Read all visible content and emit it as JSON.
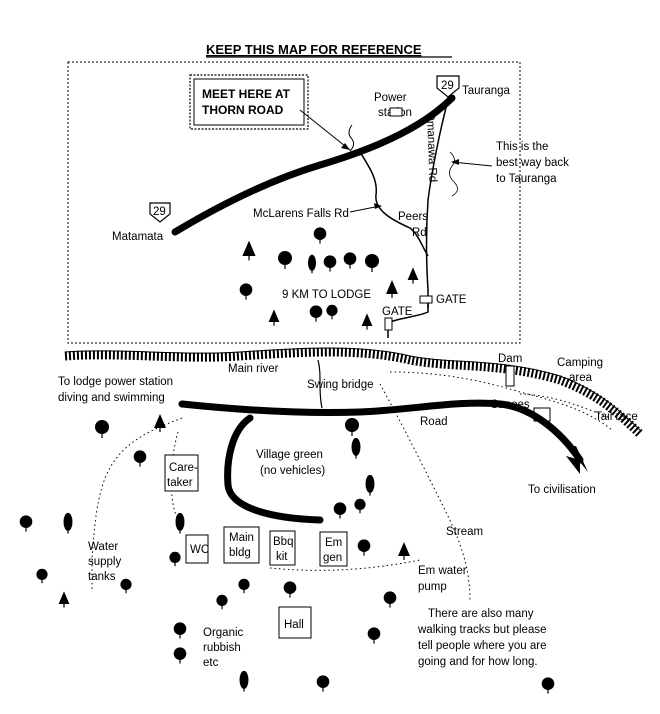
{
  "title": "KEEP THIS MAP FOR REFERENCE",
  "inset": {
    "meet_box": [
      "MEET HERE AT",
      "THORN ROAD"
    ],
    "highway_number": "29",
    "places": {
      "tauranga": "Tauranga",
      "matamata": "Matamata",
      "power_station": [
        "Power",
        "station"
      ],
      "omanawa_rd": "Omanawa Rd",
      "best_way": [
        "This is the",
        "best way back",
        "to Tauranga"
      ],
      "mclarens": "McLarens Falls Rd",
      "peers_rd": [
        "Peers",
        "Rd"
      ],
      "km_to_lodge": "9 KM TO LODGE",
      "gate": "GATE"
    }
  },
  "lodge": {
    "main_river": "Main river",
    "to_power_station": [
      "To lodge power station",
      "diving and swimming"
    ],
    "swing_bridge": "Swing bridge",
    "dam": "Dam",
    "camping": [
      "Camping",
      "area"
    ],
    "canoes": "Canoes",
    "tail_race": "Tail race",
    "road": "Road",
    "to_civilisation": "To civilisation",
    "village_green": [
      "Village green",
      "(no vehicles)"
    ],
    "caretaker": [
      "Care-",
      "taker"
    ],
    "wc": "WC",
    "main_bldg": [
      "Main",
      "bldg"
    ],
    "bbq_kit": [
      "Bbq",
      "kit"
    ],
    "em_gen": [
      "Em",
      "gen"
    ],
    "stream": "Stream",
    "em_water_pump": [
      "Em water",
      "pump"
    ],
    "water_supply": [
      "Water",
      "supply",
      "tanks"
    ],
    "hall": "Hall",
    "organic_rubbish": [
      "Organic",
      "rubbish",
      "etc"
    ],
    "tracks_note": [
      "There are also many",
      "walking tracks but please",
      "tell people where you are",
      "going and for how long."
    ]
  }
}
